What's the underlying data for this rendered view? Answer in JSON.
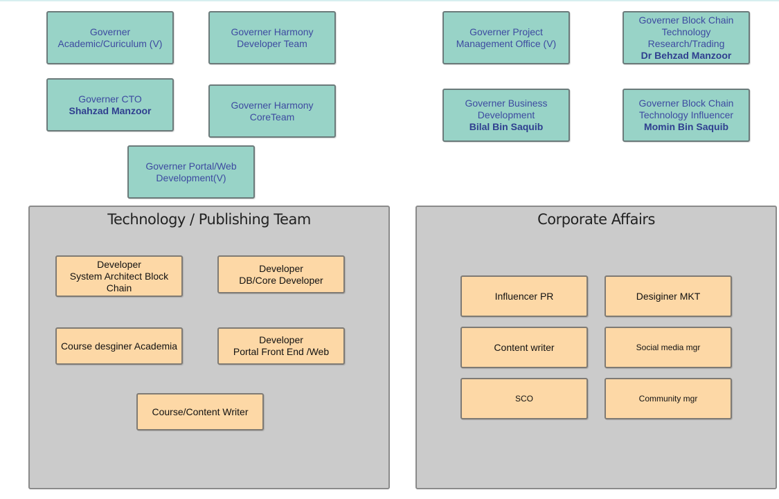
{
  "governors": {
    "academic": [
      "Governer",
      "Academic/Curiculum (V)"
    ],
    "harmony_dev": [
      "Governer Harmony",
      "Developer Team"
    ],
    "cto": {
      "lines": [
        "Governer CTO"
      ],
      "person": "Shahzad Manzoor"
    },
    "harmony_core": [
      "Governer Harmony",
      "CoreTeam"
    ],
    "portal": [
      "Governer Portal/Web",
      "Development(V)"
    ],
    "pmo": [
      "Governer Project",
      "Management Office (V)"
    ],
    "blockchain_research": {
      "lines": [
        "Governer Block Chain",
        "Technology",
        "Research/Trading"
      ],
      "person": "Dr Behzad Manzoor"
    },
    "business_dev": {
      "lines": [
        "Governer Business",
        "Development"
      ],
      "person": "Bilal Bin Saquib"
    },
    "blockchain_influencer": {
      "lines": [
        "Governer Block Chain",
        "Technology Influencer"
      ],
      "person": "Momin Bin Saquib"
    }
  },
  "tech_team": {
    "title": "Technology / Publishing Team",
    "roles": {
      "architect": [
        "Developer",
        "System Architect Block",
        "Chain"
      ],
      "db": [
        "Developer",
        "DB/Core Developer"
      ],
      "course_designer": [
        "Course desginer Academia"
      ],
      "portal_dev": [
        "Developer",
        "Portal Front End /Web"
      ],
      "content_writer": [
        "Course/Content Writer"
      ]
    }
  },
  "corporate": {
    "title": "Corporate Affairs",
    "roles": {
      "influencer_pr": "Influencer PR",
      "designer_mkt": "Desiginer MKT",
      "content_writer": "Content writer",
      "social_media": "Social media mgr",
      "sco": "SCO",
      "community": "Community mgr"
    }
  },
  "colors": {
    "governor_fill": "#98d3c7",
    "role_fill": "#fdd8a6",
    "panel_fill": "#cbcbcb",
    "governor_text": "#3d4aa0"
  }
}
